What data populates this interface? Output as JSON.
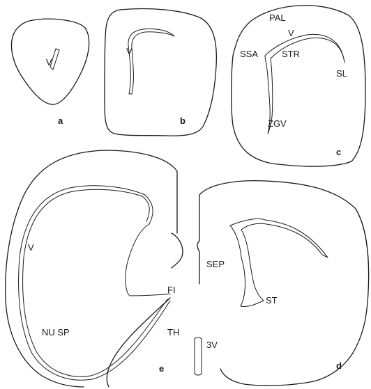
{
  "panels": {
    "a": {
      "letter": "a",
      "labels": {
        "ventricle": "V"
      }
    },
    "b": {
      "letter": "b",
      "labels": {
        "ventricle": "V"
      }
    },
    "c": {
      "letter": "c",
      "labels": {
        "pal": "PAL",
        "ventricle": "V",
        "ssa": "SSA",
        "str": "STR",
        "sl": "SL",
        "zgv": "ZGV"
      }
    },
    "d": {
      "letter": "d",
      "labels": {
        "sep": "SEP",
        "st": "ST",
        "third_ventricle": "3V"
      }
    },
    "e": {
      "letter": "e",
      "labels": {
        "ventricle": "V",
        "fi": "FI",
        "nu_sp": "NU SP",
        "th": "TH"
      }
    }
  },
  "colors": {
    "line": "#1a1a1a",
    "background": "#ffffff"
  }
}
